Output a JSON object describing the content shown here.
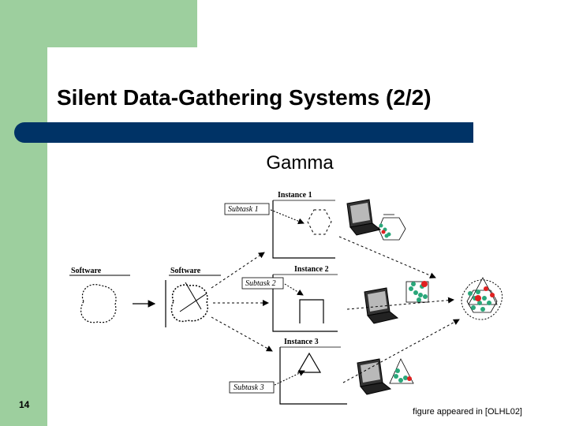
{
  "slide": {
    "title": "Silent Data-Gathering Systems (2/2)",
    "subtitle": "Gamma",
    "page_number": "14",
    "caption": "figure appeared in [OLHL02]"
  },
  "figure": {
    "software_label_1": "Software",
    "software_label_2": "Software",
    "instance_1": "Instance 1",
    "instance_2": "Instance 2",
    "instance_3": "Instance 3",
    "subtask_1": "Subtask 1",
    "subtask_2": "Subtask 2",
    "subtask_3": "Subtask 3"
  },
  "colors": {
    "green": "#9dcf9e",
    "navy_bar": "#003366",
    "dot_green": "#2aa77a",
    "dot_red": "#e02020"
  }
}
